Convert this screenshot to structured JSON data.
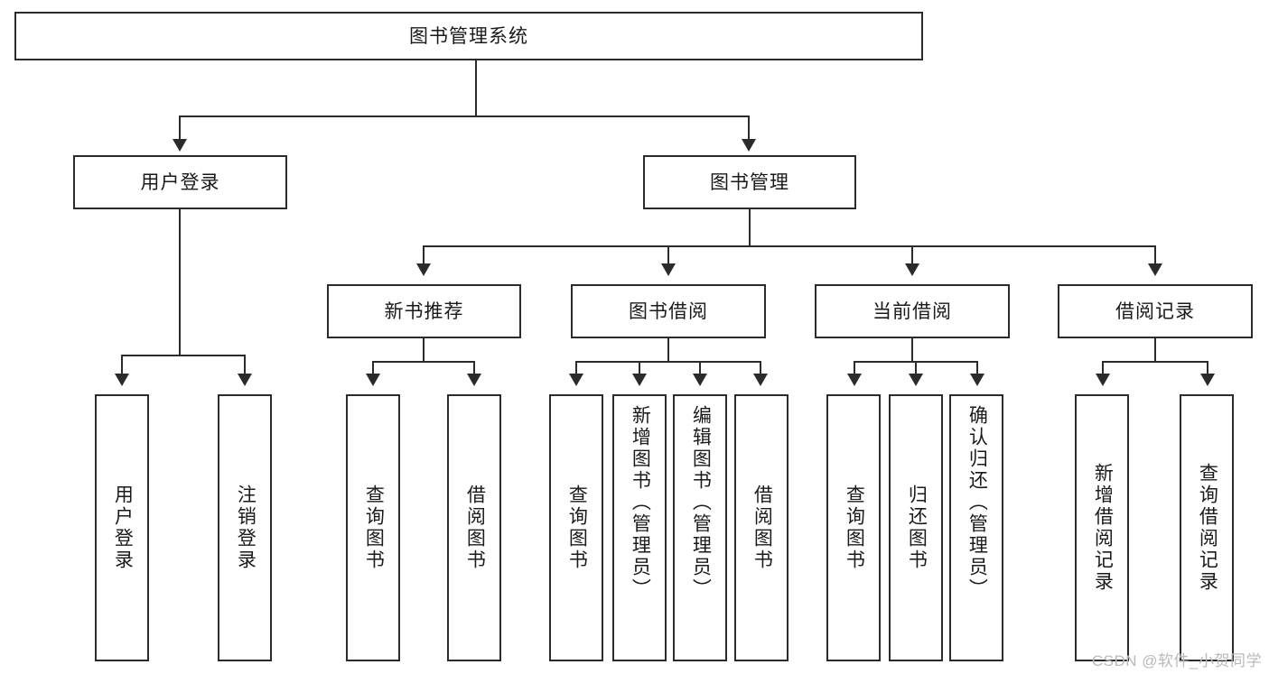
{
  "diagram": {
    "type": "tree-hierarchy-chart",
    "title": "图书管理系统",
    "colors": {
      "box_border": "#2b2b2b",
      "box_fill": "#ffffff",
      "connector": "#2b2b2b",
      "text": "#1a1a1a",
      "watermark": "#b9b9b9",
      "background": "#ffffff"
    },
    "root": {
      "label": "图书管理系统"
    },
    "level1": [
      {
        "label": "用户登录"
      },
      {
        "label": "图书管理"
      }
    ],
    "level2": [
      {
        "label": "新书推荐"
      },
      {
        "label": "图书借阅"
      },
      {
        "label": "当前借阅"
      },
      {
        "label": "借阅记录"
      }
    ],
    "leaves": {
      "user_login": [
        {
          "label": "用户登录"
        },
        {
          "label": "注销登录"
        }
      ],
      "new_book_recommend": [
        {
          "label": "查询图书"
        },
        {
          "label": "借阅图书"
        }
      ],
      "book_borrow": [
        {
          "label": "查询图书"
        },
        {
          "label": "新增图书（管理员）"
        },
        {
          "label": "编辑图书（管理员）"
        },
        {
          "label": "借阅图书"
        }
      ],
      "current_borrow": [
        {
          "label": "查询图书"
        },
        {
          "label": "归还图书"
        },
        {
          "label": "确认归还（管理员）"
        }
      ],
      "borrow_record": [
        {
          "label": "新增借阅记录"
        },
        {
          "label": "查询借阅记录"
        }
      ]
    }
  },
  "watermark": {
    "text": "CSDN @软件_小贺同学"
  }
}
